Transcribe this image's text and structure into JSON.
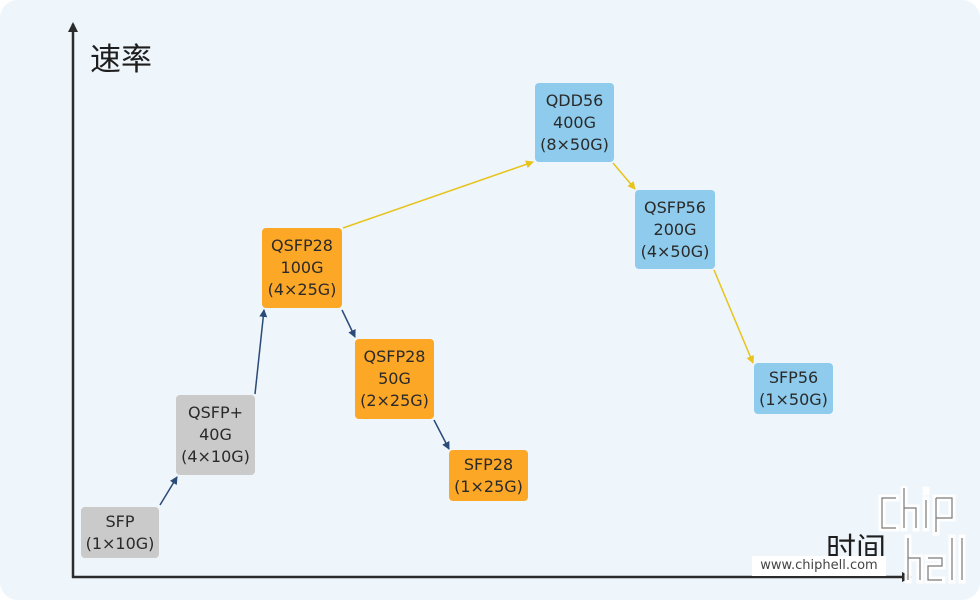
{
  "axes": {
    "y_label": "速率",
    "x_label": "时间"
  },
  "nodes": {
    "sfp": {
      "lines": [
        "SFP",
        "(1×10G)"
      ]
    },
    "qsfp": {
      "lines": [
        "QSFP+",
        "40G",
        "(4×10G)"
      ]
    },
    "qsfp28": {
      "lines": [
        "QSFP28",
        "100G",
        "(4×25G)"
      ]
    },
    "qsfp28_50": {
      "lines": [
        "QSFP28",
        "50G",
        "(2×25G)"
      ]
    },
    "sfp28": {
      "lines": [
        "SFP28",
        "(1×25G)"
      ]
    },
    "qdd56": {
      "lines": [
        "QDD56",
        "400G",
        "(8×50G)"
      ]
    },
    "qsfp56": {
      "lines": [
        "QSFP56",
        "200G",
        "(4×50G)"
      ]
    },
    "sfp56": {
      "lines": [
        "SFP56",
        "(1×50G)"
      ]
    }
  },
  "colors": {
    "gray": "#cacaca",
    "orange": "#fca726",
    "blue": "#8ecbec",
    "navy_arrow": "#2a4a78",
    "gold_arrow": "#e8c31a"
  },
  "watermark": {
    "url": "www.chiphell.com"
  }
}
